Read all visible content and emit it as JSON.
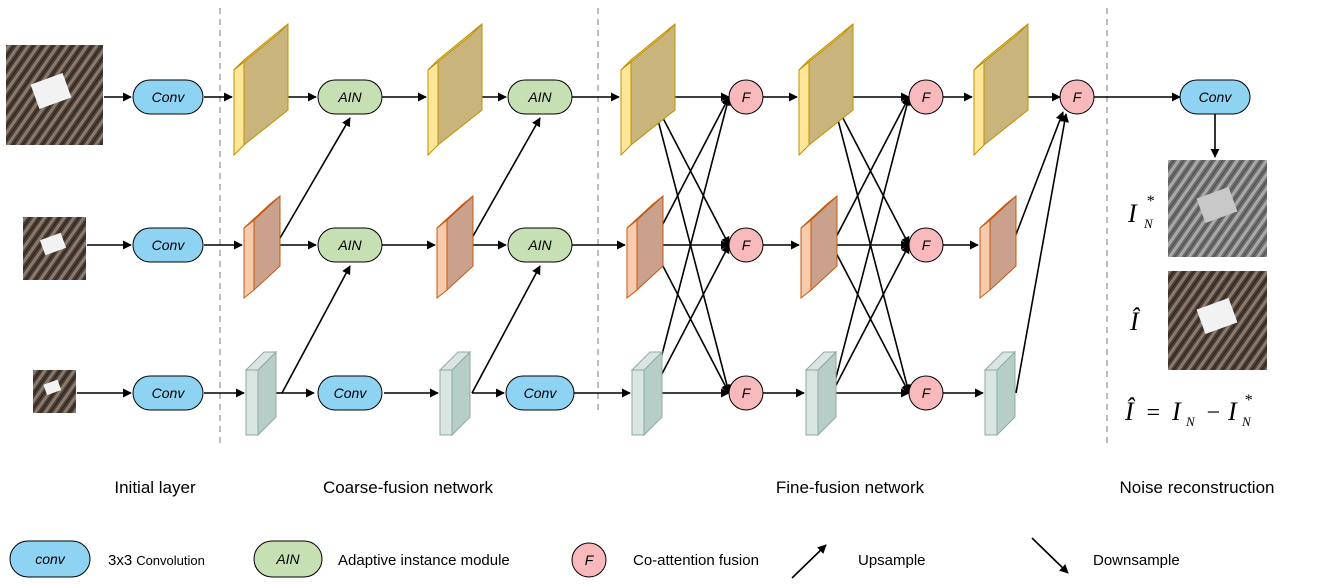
{
  "nodes": {
    "conv_label": "Conv",
    "ain_label": "AIN",
    "fusion_label": "F"
  },
  "sections": {
    "initial": "Initial layer",
    "coarse": "Coarse-fusion network",
    "fine": "Fine-fusion network",
    "noise": "Noise reconstruction"
  },
  "outputs": {
    "noise_map_symbol": "I",
    "noise_map_sub": "N",
    "noise_map_sup": "*",
    "denoised_symbol": "Î",
    "equation": {
      "lhs": "Î",
      "eq": "=",
      "a": "I",
      "a_sub": "N",
      "minus": "−",
      "b": "I",
      "b_sub": "N",
      "b_sup": "*"
    }
  },
  "legend": {
    "conv_chip": "conv",
    "conv_main": "3x3",
    "conv_rest": "Convolution",
    "ain_chip": "AIN",
    "ain_desc": "Adaptive instance module",
    "f_chip": "F",
    "f_desc": "Co-attention fusion",
    "upsample": "Upsample",
    "downsample": "Downsample"
  },
  "colors": {
    "conv": "#8fd3f3",
    "ain": "#c6e0b4",
    "fusion": "#f8b9bd",
    "feat_large": "#c9b57c",
    "feat_large_side": "#ffe699",
    "feat_mid": "#c9a18d",
    "feat_mid_side": "#f8cbad",
    "feat_small": "#b7cec8",
    "feat_small_side": "#d9e5e2"
  }
}
